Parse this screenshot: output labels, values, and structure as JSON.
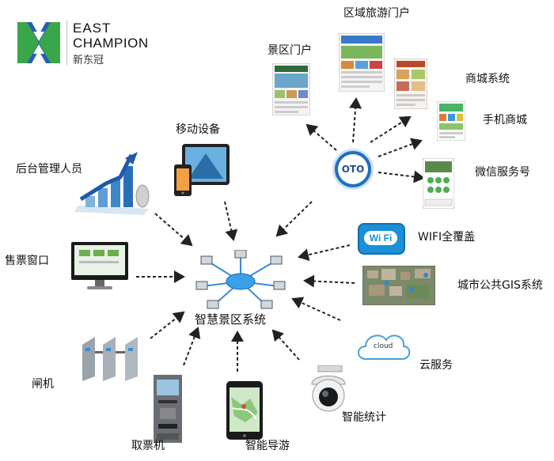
{
  "logo": {
    "line1": "EAST",
    "line2": "CHAMPION",
    "line3": "新东冠"
  },
  "center": {
    "label": "智慧景区系统"
  },
  "oto": {
    "label": "OTO"
  },
  "nodes": {
    "regional_portal": "区域旅游门户",
    "scenic_portal": "景区门户",
    "mall_system": "商城系统",
    "mobile_mall": "手机商城",
    "wechat_service": "微信服务号",
    "mobile_devices": "移动设备",
    "backend_staff": "后台管理人员",
    "ticket_window": "售票窗口",
    "wifi": "WIFI全覆盖",
    "gis": "城市公共GIS系统",
    "cloud": "云服务",
    "gate": "闸机",
    "ticket_machine": "取票机",
    "guide": "智能导游",
    "statistics": "智能统计"
  },
  "icons": {
    "wifi_badge": "Wi Fi",
    "cloud_badge": "cloud"
  },
  "colors": {
    "logo_blue": "#2a5fb0",
    "logo_green": "#3aa64a",
    "oto_blue": "#1f6fc4",
    "wifi_blue": "#1b8fd8",
    "arrow": "#222222"
  }
}
